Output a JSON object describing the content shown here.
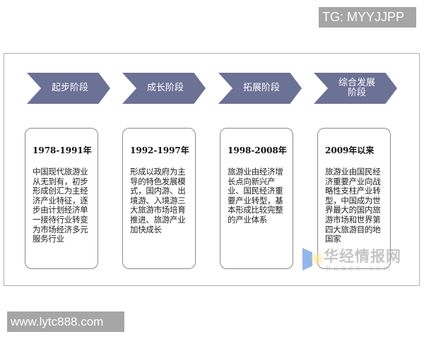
{
  "overlays": {
    "top_tag": "TG: MYYJJPP",
    "bottom_tag": "www.lytc888.com"
  },
  "diagram": {
    "stages": [
      {
        "label": "起步阶段",
        "period": "1978-1991年",
        "description": "中国现代旅游业从无到有，初步形成创汇为主经济产业特征，逐步由计划经济单一接待行业转变为市场经济多元服务行业"
      },
      {
        "label": "成长阶段",
        "period": "1992-1997年",
        "description": "形成以政府为主导的特色发展模式，国内游、出境游、入境游三大旅游市场培育推进、旅游产业加快成长"
      },
      {
        "label": "拓展阶段",
        "period": "1998-2008年",
        "description": "旅游业由经济增长点向新兴产业、国民经济重要产业转型，基本形成比较完整的产业体系"
      },
      {
        "label": "综合发展阶段",
        "period": "2009年以来",
        "description": "旅游业由国民经济重要产业向战略性支柱产业转型，中国成为世界最大的国内旅游市场和世界第四大旅游目的地国家"
      }
    ],
    "colors": {
      "chevron_fill": "#6c7196",
      "chevron_text": "#ffffff",
      "card_border": "#8a8a8a",
      "frame_border": "#b0b0b0"
    }
  },
  "watermark": {
    "brand": "华经情报网",
    "domain": "huaon.com"
  }
}
